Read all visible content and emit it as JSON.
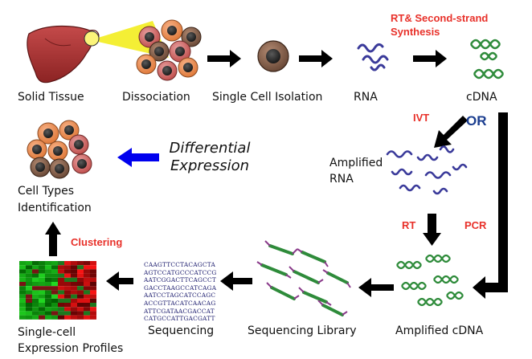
{
  "steps": {
    "solid_tissue": "Solid Tissue",
    "dissociation": "Dissociation",
    "single_cell_isolation": "Single Cell Isolation",
    "rna": "RNA",
    "cdna": "cDNA",
    "amplified_rna": "Amplified\nRNA",
    "amplified_cdna": "Amplified cDNA",
    "sequencing_library": "Sequencing Library",
    "sequencing": "Sequencing",
    "expression_profiles": "Single-cell\nExpression Profiles",
    "cell_types": "Cell Types\nIdentification"
  },
  "annotations": {
    "rt_second_strand": "RT& Second-strand\nSynthesis",
    "ivt": "IVT",
    "or": "OR",
    "rt": "RT",
    "pcr": "PCR",
    "clustering": "Clustering",
    "differential_expression": "Differential\nExpression"
  },
  "sequence_lines": [
    "CAAGTTCCTACAGCTA",
    "AGTCCATGCCCATCCG",
    "AATCGGACTTCAGCCT",
    "GACCTAAGCCATCAGA",
    "AATCCTAGCATCCAGC",
    "ACCGTTACATCAACAG",
    "ATTCGATAACGACCAT",
    "CATGCCATTGACGATT"
  ],
  "colors": {
    "annotation_red": "#e8312a",
    "or_blue": "#1a3d8f",
    "arrow_black": "#000000",
    "arrow_blue": "#0000ee",
    "rna_strand": "#3a3a9a",
    "cdna_strand": "#2e8b3a"
  }
}
